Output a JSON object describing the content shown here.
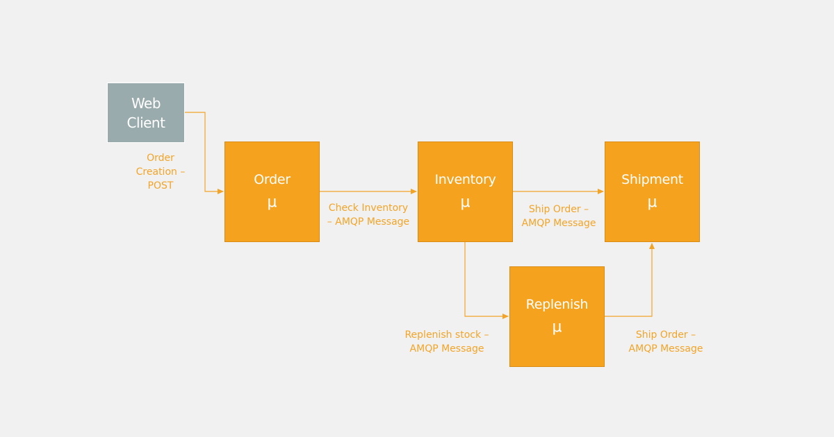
{
  "nodes": {
    "web_client": {
      "label": "Web Client"
    },
    "order": {
      "label": "Order",
      "symbol": "μ"
    },
    "inventory": {
      "label": "Inventory",
      "symbol": "μ"
    },
    "shipment": {
      "label": "Shipment",
      "symbol": "μ"
    },
    "replenish": {
      "label": "Replenish",
      "symbol": "μ"
    }
  },
  "edges": {
    "order_creation": {
      "line1": "Order",
      "line2": "Creation –",
      "line3": "POST"
    },
    "check_inventory": {
      "line1": "Check Inventory",
      "line2": "– AMQP Message"
    },
    "ship_order_from_inventory": {
      "line1": "Ship Order –",
      "line2": "AMQP Message"
    },
    "replenish_stock": {
      "line1": "Replenish stock –",
      "line2": "AMQP Message"
    },
    "ship_order_from_replenish": {
      "line1": "Ship Order –",
      "line2": "AMQP Message"
    }
  },
  "colors": {
    "background": "#f1f1f1",
    "service_fill": "#f5a31f",
    "client_fill": "#9aabae",
    "connector": "#f2a427",
    "node_text": "#ffffff"
  }
}
